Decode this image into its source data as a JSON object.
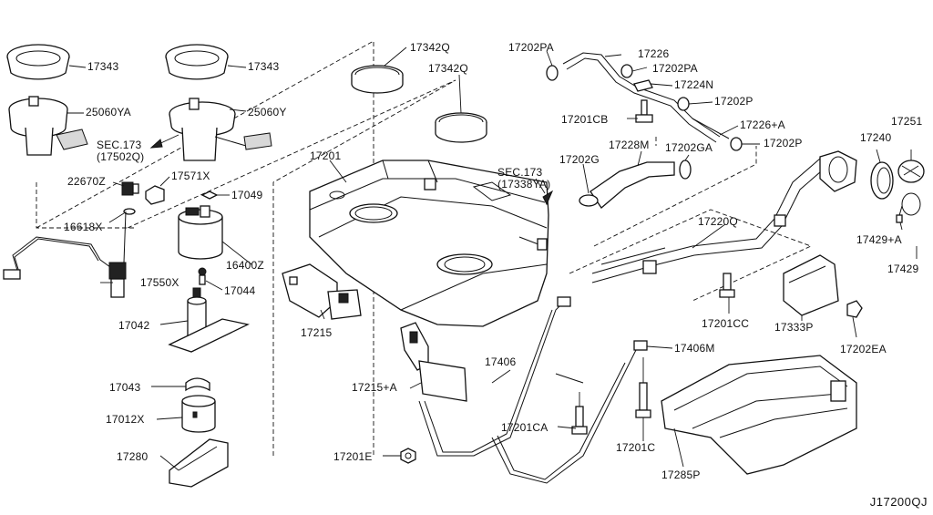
{
  "diagram": {
    "drawing_code": "J17200QJ",
    "parts": [
      {
        "id": "p17343a",
        "label": "17343"
      },
      {
        "id": "p17343b",
        "label": "17343"
      },
      {
        "id": "p25060YA",
        "label": "25060YA"
      },
      {
        "id": "p25060Y",
        "label": "25060Y"
      },
      {
        "id": "psec173a",
        "label": "SEC.173"
      },
      {
        "id": "psec173a2",
        "label": "(17502Q)"
      },
      {
        "id": "p22670Z",
        "label": "22670Z"
      },
      {
        "id": "p17571X",
        "label": "17571X"
      },
      {
        "id": "p17049",
        "label": "17049"
      },
      {
        "id": "p16618X",
        "label": "16618X"
      },
      {
        "id": "p16400Z",
        "label": "16400Z"
      },
      {
        "id": "p17550X",
        "label": "17550X"
      },
      {
        "id": "p17044",
        "label": "17044"
      },
      {
        "id": "p17042",
        "label": "17042"
      },
      {
        "id": "p17043",
        "label": "17043"
      },
      {
        "id": "p17012X",
        "label": "17012X"
      },
      {
        "id": "p17280",
        "label": "17280"
      },
      {
        "id": "p17342Qa",
        "label": "17342Q"
      },
      {
        "id": "p17342Qb",
        "label": "17342Q"
      },
      {
        "id": "p17201",
        "label": "17201"
      },
      {
        "id": "p17215",
        "label": "17215"
      },
      {
        "id": "p17215A",
        "label": "17215+A"
      },
      {
        "id": "p17201E",
        "label": "17201E"
      },
      {
        "id": "p17202PA1",
        "label": "17202PA"
      },
      {
        "id": "p17226",
        "label": "17226"
      },
      {
        "id": "p17202PA2",
        "label": "17202PA"
      },
      {
        "id": "p17224N",
        "label": "17224N"
      },
      {
        "id": "p17202P1",
        "label": "17202P"
      },
      {
        "id": "p17201CB",
        "label": "17201CB"
      },
      {
        "id": "p17226A",
        "label": "17226+A"
      },
      {
        "id": "p17228M",
        "label": "17228M"
      },
      {
        "id": "p17202GA",
        "label": "17202GA"
      },
      {
        "id": "p17202P2",
        "label": "17202P"
      },
      {
        "id": "p17202G",
        "label": "17202G"
      },
      {
        "id": "psec173b",
        "label": "SEC.173"
      },
      {
        "id": "psec173b2",
        "label": "(17338YA)"
      },
      {
        "id": "p17220Q",
        "label": "17220Q"
      },
      {
        "id": "p17201CC",
        "label": "17201CC"
      },
      {
        "id": "p17333P",
        "label": "17333P"
      },
      {
        "id": "p17251",
        "label": "17251"
      },
      {
        "id": "p17240",
        "label": "17240"
      },
      {
        "id": "p17429A",
        "label": "17429+A"
      },
      {
        "id": "p17429",
        "label": "17429"
      },
      {
        "id": "p17202EA",
        "label": "17202EA"
      },
      {
        "id": "p17406",
        "label": "17406"
      },
      {
        "id": "p17406M",
        "label": "17406M"
      },
      {
        "id": "p17201CA",
        "label": "17201CA"
      },
      {
        "id": "p17201C",
        "label": "17201C"
      },
      {
        "id": "p17285P",
        "label": "17285P"
      }
    ]
  }
}
